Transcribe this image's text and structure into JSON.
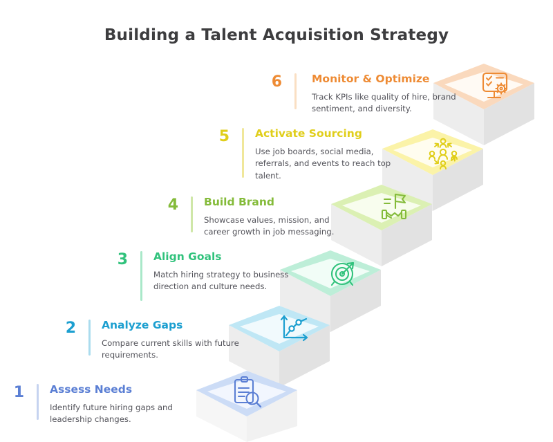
{
  "title": "Building a Talent Acquisition Strategy",
  "colors": {
    "title": "#3d3d3f",
    "body_text": "#53535a",
    "riser_light": "#ececec",
    "riser_dark": "#e0e0e0",
    "platform_fill": "#ffffff"
  },
  "steps": [
    {
      "number": "1",
      "heading": "Assess Needs",
      "description": "Identify future hiring gaps and leadership changes.",
      "accent": "#5b7fd4",
      "rule": "#c6d3f0",
      "diamond_border": "#ccdcf6",
      "diamond_inner": "#f2f6fe",
      "icon": "clipboard-search-icon"
    },
    {
      "number": "2",
      "heading": "Analyze Gaps",
      "description": "Compare current skills with future requirements.",
      "accent": "#1c9fd0",
      "rule": "#aadcee",
      "diamond_border": "#bfe7f5",
      "diamond_inner": "#f1fafd",
      "icon": "line-chart-icon"
    },
    {
      "number": "3",
      "heading": "Align Goals",
      "description": "Match hiring strategy to business direction and culture needs.",
      "accent": "#31c27c",
      "rule": "#a9e8c9",
      "diamond_border": "#bdeed8",
      "diamond_inner": "#f1fdf7",
      "icon": "target-arrow-icon"
    },
    {
      "number": "4",
      "heading": "Build Brand",
      "description": "Showcase values, mission, and career growth in job messaging.",
      "accent": "#84bb3a",
      "rule": "#cfe7a8",
      "diamond_border": "#dbf0b3",
      "diamond_inner": "#f8fdee",
      "icon": "handshake-flag-icon"
    },
    {
      "number": "5",
      "heading": "Activate Sourcing",
      "description": "Use job boards, social media, referrals, and events to reach top talent.",
      "accent": "#e0ce1a",
      "rule": "#f0e79a",
      "diamond_border": "#fbf3a8",
      "diamond_inner": "#fffdef",
      "icon": "people-network-icon"
    },
    {
      "number": "6",
      "heading": "Monitor & Optimize",
      "description": "Track KPIs like quality of hire, brand sentiment, and diversity.",
      "accent": "#ee8b34",
      "rule": "#fadfc3",
      "diamond_border": "#fad9bd",
      "diamond_inner": "#fffaf4",
      "icon": "monitor-gear-checklist-icon"
    }
  ]
}
